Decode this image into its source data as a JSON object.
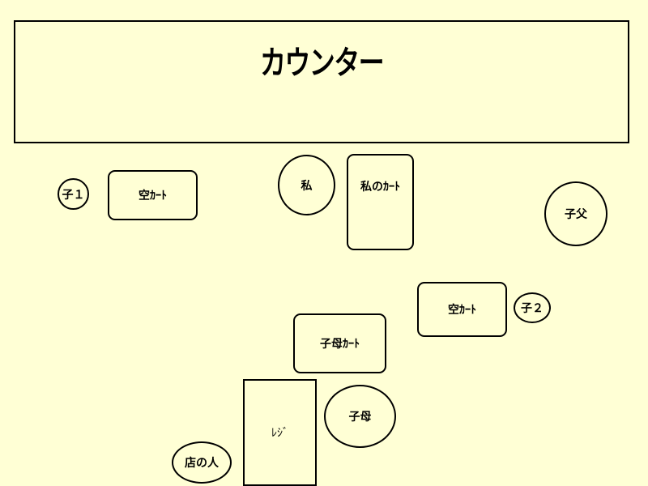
{
  "counter": {
    "label": "カウンター"
  },
  "people": {
    "child1": "子１",
    "me": "私",
    "father": "子父",
    "child2": "子２",
    "mother": "子母",
    "clerk": "店の人"
  },
  "carts": {
    "empty_left": "空ｶｰﾄ",
    "mine": "私のｶｰﾄ",
    "empty_right": "空ｶｰﾄ",
    "mother": "子母ｶｰﾄ"
  },
  "register": {
    "label": "ﾚｼﾞ"
  }
}
